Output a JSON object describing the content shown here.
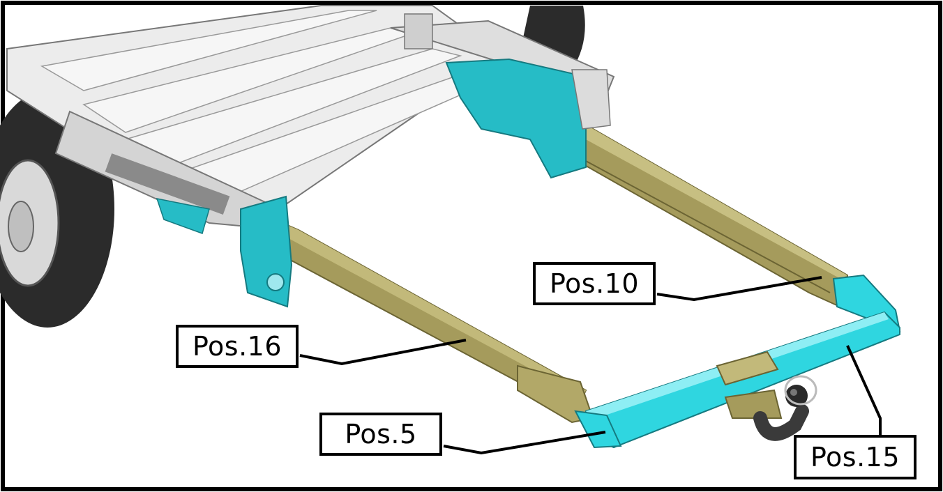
{
  "labels": {
    "pos10": "Pos.10",
    "pos16": "Pos.16",
    "pos5": "Pos.5",
    "pos15": "Pos.15"
  },
  "colors": {
    "frame": "#000000",
    "chassis": "#e6e6e6",
    "rail": "#a59b5c",
    "hitch": "#2fd6e0",
    "bracket": "#26bcc6",
    "tire": "#2a2a2a"
  }
}
